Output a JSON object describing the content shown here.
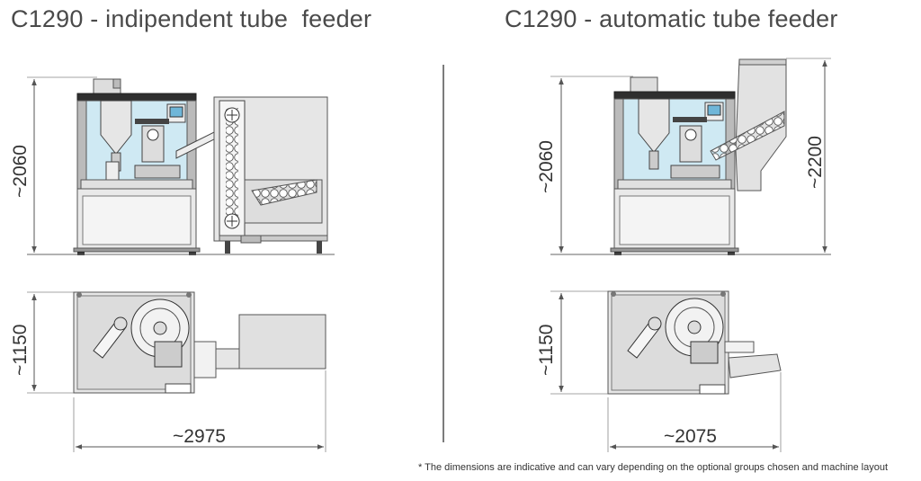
{
  "titles": {
    "left": "C1290 - indipendent tube  feeder",
    "right": "C1290 - automatic tube feeder"
  },
  "left_machine": {
    "height_dim": "~2060",
    "depth_dim": "~1150",
    "width_dim": "~2975"
  },
  "right_machine": {
    "height_dim": "~2060",
    "feeder_height_dim": "~2200",
    "depth_dim": "~1150",
    "width_dim": "~2075"
  },
  "footnote": "* The dimensions are indicative and can vary depending on the optional groups chosen and machine layout"
}
